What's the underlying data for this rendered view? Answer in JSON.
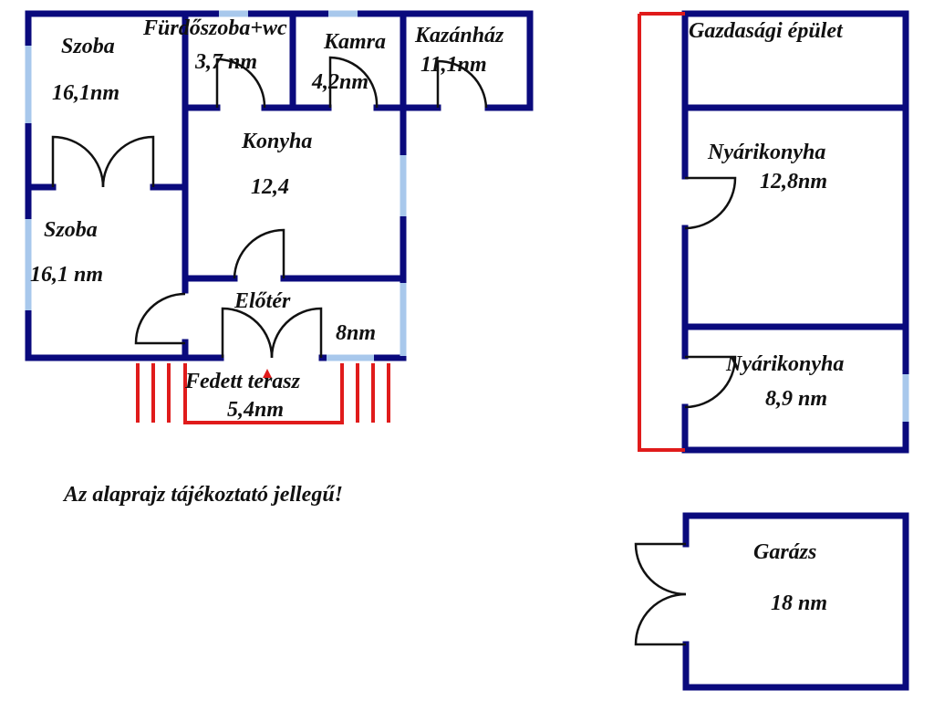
{
  "colors": {
    "wall": "#0a0a7d",
    "window": "#a8c8ec",
    "door": "#111111",
    "terrace": "#e01b1b",
    "text": "#111111"
  },
  "house": {
    "rooms": [
      {
        "name": "Szoba",
        "area": "16,1nm"
      },
      {
        "name": "Fürdőszoba+wc",
        "area": "3,7 nm"
      },
      {
        "name": "Kamra",
        "area": "4,2nm"
      },
      {
        "name": "Kazánház",
        "area": "11,1nm"
      },
      {
        "name": "Konyha",
        "area": "12,4"
      },
      {
        "name": "Szoba",
        "area": "16,1 nm"
      },
      {
        "name": "Előtér",
        "area": "8nm"
      }
    ],
    "terrace": {
      "name": "Fedett terasz",
      "area": "5,4nm"
    }
  },
  "outbuilding": {
    "title": "Gazdasági épület",
    "rooms": [
      {
        "name": "Nyárikonyha",
        "area": "12,8nm"
      },
      {
        "name": "Nyárikonyha",
        "area": "8,9 nm"
      }
    ]
  },
  "garage": {
    "name": "Garázs",
    "area": "18 nm"
  },
  "disclaimer": "Az alaprajz tájékoztató jellegű!"
}
